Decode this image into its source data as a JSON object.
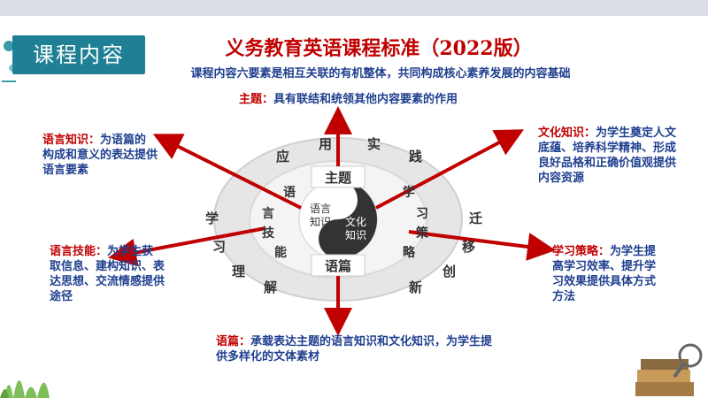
{
  "header": {
    "badge": "课程内容",
    "title": "义务教育英语课程标准（2022版）",
    "subtitle": "课程内容六要素是相互关联的有机整体，共同构成核心素养发展的内容基础"
  },
  "diagram": {
    "center_left": [
      "语言",
      "知识"
    ],
    "center_right": [
      "文化",
      "知识"
    ],
    "top_label": "主题",
    "bottom_label": "语篇",
    "left_ring": [
      "语",
      "言",
      "技",
      "能"
    ],
    "right_ring": [
      "学",
      "习",
      "策",
      "略"
    ],
    "outer_top": [
      "应",
      "用",
      "实",
      "践"
    ],
    "outer_right": [
      "迁",
      "移",
      "创",
      "新"
    ],
    "outer_left": [
      "学",
      "习",
      "理",
      "解"
    ]
  },
  "notes": {
    "topic": {
      "term": "主题：",
      "text": "具有联结和统领其他内容要素的作用"
    },
    "language_knowledge": {
      "term": "语言知识：",
      "text": "为语篇的构成和意义的表达提供语言要素"
    },
    "culture_knowledge": {
      "term": "文化知识：",
      "text": "为学生奠定人文底蕴、培养科学精神、形成良好品格和正确价值观提供内容资源"
    },
    "language_skills": {
      "term": "语言技能：",
      "text": "为学生获取信息、建构知识、表达思想、交流情感提供途径"
    },
    "learning_strategies": {
      "term": "学习策略：",
      "text": "为学生提高学习效率、提升学习效果提供具体方式方法"
    },
    "discourse": {
      "term": "语篇：",
      "text": "承载表达主题的语言知识和文化知识，为学生提供多样化的文体素材"
    }
  },
  "colors": {
    "accent": "#c00000",
    "blue": "#1f3f8f",
    "teal": "#1f7f94"
  }
}
